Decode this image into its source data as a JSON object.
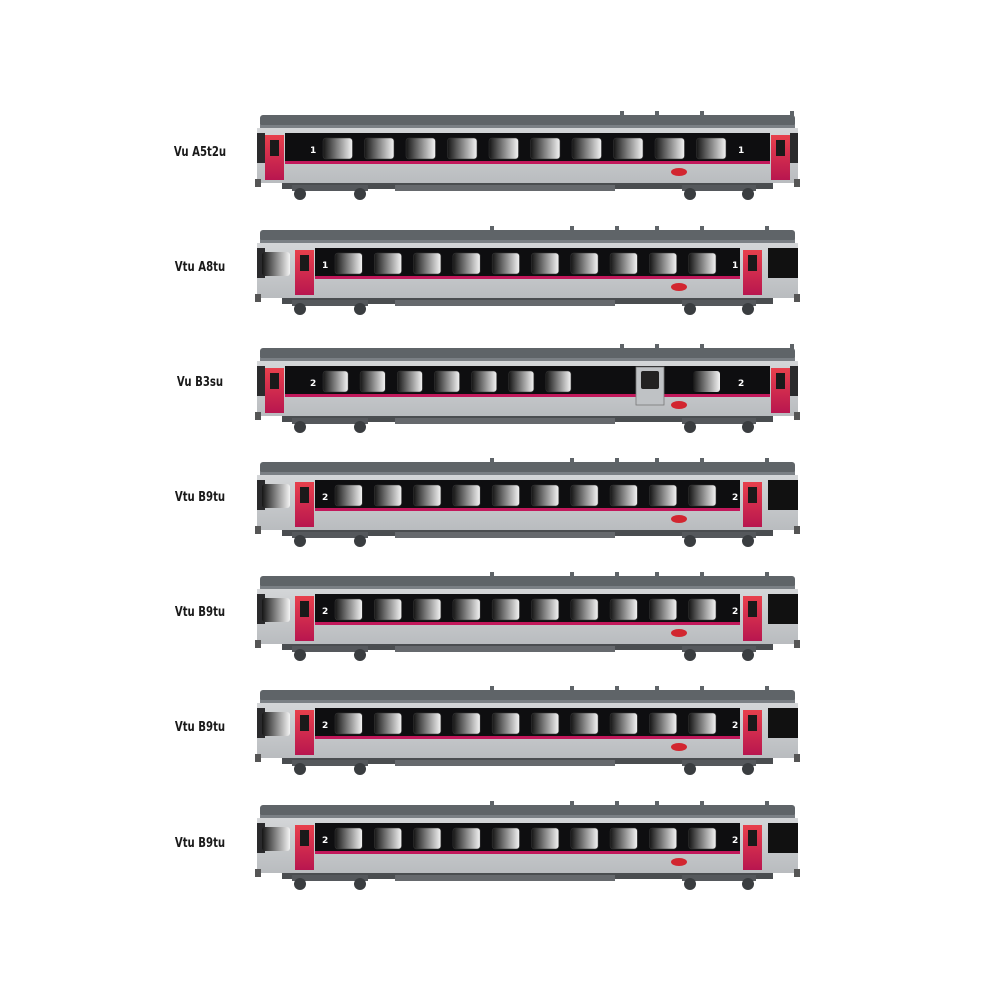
{
  "colors": {
    "roof": "#5f6468",
    "body": "#c9cbcd",
    "window_band": "#0e0e10",
    "accent_red": "#e63a46",
    "accent_magenta": "#c2185b",
    "underframe": "#4a4d50",
    "bogie": "#55585c",
    "logo": "#d22630"
  },
  "cars": [
    {
      "label": "Vu A5t2u",
      "class_marker": "1",
      "windows": 10,
      "style": "vu"
    },
    {
      "label": "Vtu A8tu",
      "class_marker": "1",
      "windows": 10,
      "style": "vtu"
    },
    {
      "label": "Vu B3su",
      "class_marker": "2",
      "windows": 7,
      "style": "vu-service"
    },
    {
      "label": "Vtu B9tu",
      "class_marker": "2",
      "windows": 10,
      "style": "vtu"
    },
    {
      "label": "Vtu B9tu",
      "class_marker": "2",
      "windows": 10,
      "style": "vtu"
    },
    {
      "label": "Vtu B9tu",
      "class_marker": "2",
      "windows": 10,
      "style": "vtu"
    },
    {
      "label": "Vtu B9tu",
      "class_marker": "2",
      "windows": 10,
      "style": "vtu"
    }
  ]
}
